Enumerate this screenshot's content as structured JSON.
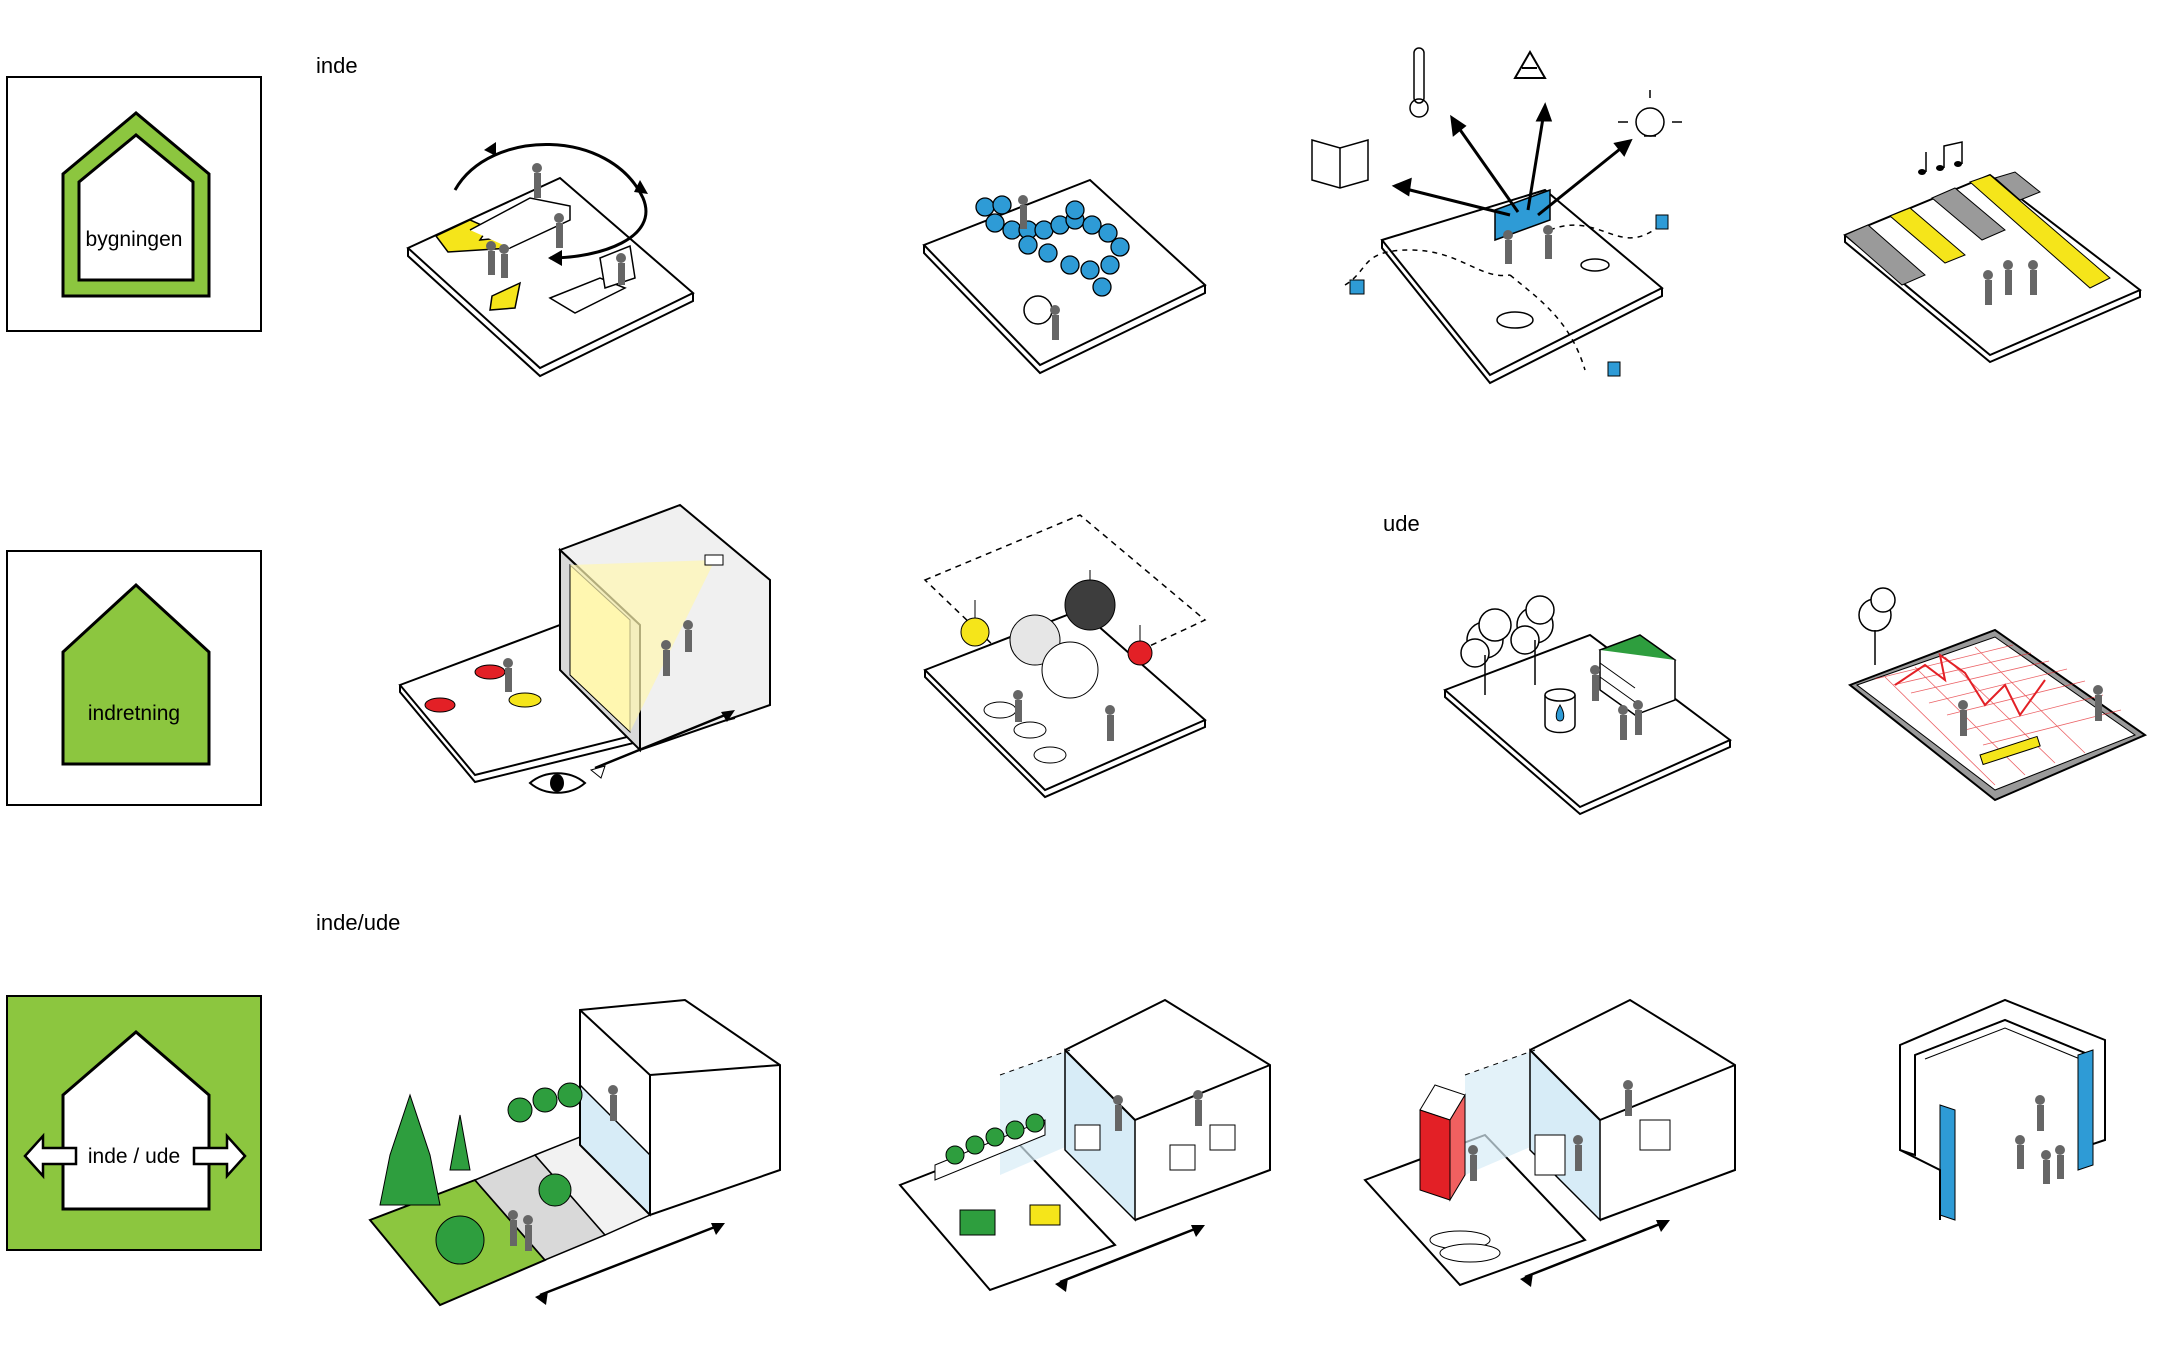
{
  "colors": {
    "green": "#8cc63f",
    "green_dark": "#2e9e3e",
    "yellow": "#f5e51a",
    "blue": "#2e9bd6",
    "red": "#e32026",
    "gray": "#9a9a9a",
    "light_blue": "#d7ecf7"
  },
  "legends": [
    {
      "label": "bygningen",
      "style": "outline-house"
    },
    {
      "label": "indretning",
      "style": "filled-house"
    },
    {
      "label": "inde / ude",
      "style": "house-with-arrows"
    }
  ],
  "sections": {
    "inde": "inde",
    "ude": "ude",
    "inde_ude": "inde/ude"
  },
  "icons": [
    "rotate-arrow-icon",
    "thermometer-icon",
    "recycle-icon",
    "lightbulb-icon",
    "book-icon",
    "music-notes-icon",
    "eye-icon",
    "water-drop-icon",
    "tree-icon",
    "person-icon"
  ]
}
